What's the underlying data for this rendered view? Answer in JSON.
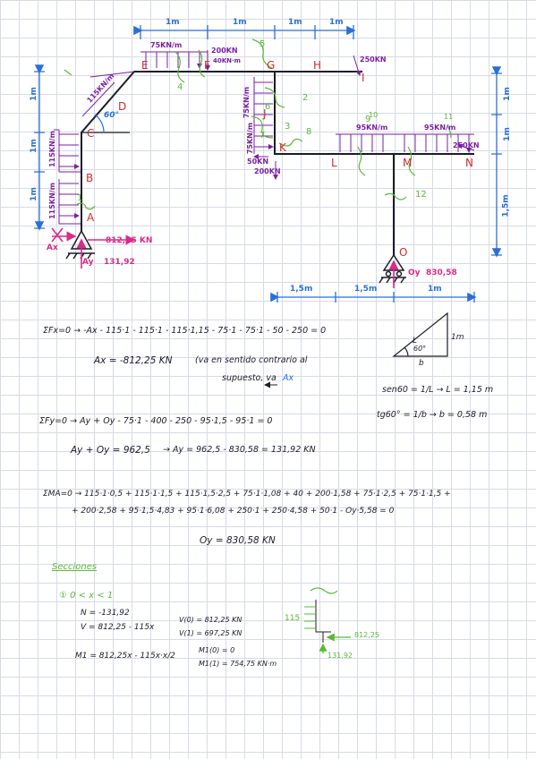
{
  "diagram": {
    "dims": {
      "top": [
        "1m",
        "1m",
        "1m",
        "1m"
      ],
      "left": [
        "1m",
        "1m",
        "1m"
      ],
      "right": [
        "1m",
        "1m",
        "1,5m"
      ],
      "bottom": [
        "1,5m",
        "1,5m",
        "1m"
      ]
    },
    "nodes": [
      "A",
      "B",
      "C",
      "D",
      "E",
      "F",
      "G",
      "H",
      "I",
      "J",
      "K",
      "L",
      "M",
      "N",
      "O"
    ],
    "angle": "60°",
    "loads": {
      "q_incl": "115KN/m",
      "q_ef": "75KN/m",
      "p_f": "200KN",
      "m_f": "40KN·m",
      "q_gk": "75KN/m",
      "q_cb_top": "115KN/m",
      "q_cb_bot": "115KN/m",
      "p_i": "250KN",
      "p_k_h": "50KN",
      "p_k_v": "200KN",
      "q_lm": "95KN/m",
      "q_mn": "95KN/m",
      "p_n": "250KN"
    },
    "reactions": {
      "ax": "Ax",
      "ay": "Ay",
      "ax_val": "812,25 KN",
      "ay_val": "131,92",
      "oy": "Oy",
      "oy_val": "830,58"
    },
    "green_marks": [
      "4",
      "1",
      "2",
      "3",
      "5",
      "6",
      "7",
      "8",
      "9",
      "10",
      "11",
      "12"
    ]
  },
  "triangle": {
    "hyp": "L",
    "leg": "1m",
    "base": "b",
    "angle": "60°"
  },
  "text": {
    "fx_eq": "ΣFx=0 → -Ax - 115·1 - 115·1 - 115·1,15 - 75·1 - 75·1 - 50 - 250 = 0",
    "ax_res": "Ax = -812,25 KN",
    "ax_note1": "(va en sentido contrario al",
    "ax_note2": "supuesto, va",
    "ax_note_arrow": "Ax",
    "sen60": "sen60 = 1/L → L = 1,15 m",
    "tg60": "tg60° = 1/b → b = 0,58 m",
    "fy_eq": "ΣFy=0 → Ay + Oy - 75·1 - 400 - 250 - 95·1,5 - 95·1 = 0",
    "fy_sum": "Ay + Oy = 962,5",
    "fy_res": "→ Ay = 962,5 - 830,58 = 131,92 KN",
    "ma_eq1": "ΣMA=0 → 115·1·0,5 + 115·1·1,5 + 115·1,5·2,5 + 75·1·1,08 + 40 + 200·1,58 + 75·1·2,5 + 75·1·1,5 +",
    "ma_eq2": "+ 200·2,58 + 95·1,5·4,83 + 95·1·6,08 + 250·1 + 250·4,58 + 50·1 - Oy·5,58 = 0",
    "oy_res": "Oy = 830,58 KN",
    "sections_title": "Secciones",
    "sec1": "① 0 < x < 1",
    "sec1_n": "N = -131,92",
    "sec1_v": "V = 812,25 - 115x",
    "sec1_v0": "V(0) = 812,25 KN",
    "sec1_v1": "V(1) = 697,25 KN",
    "sec1_m": "M1 = 812,25x - 115x·x/2",
    "sec1_m0": "M1(0) = 0",
    "sec1_m1": "M1(1) = 754,75 KN·m",
    "fbd_q": "115",
    "fbd_h": "812,25",
    "fbd_v": "131,92"
  }
}
